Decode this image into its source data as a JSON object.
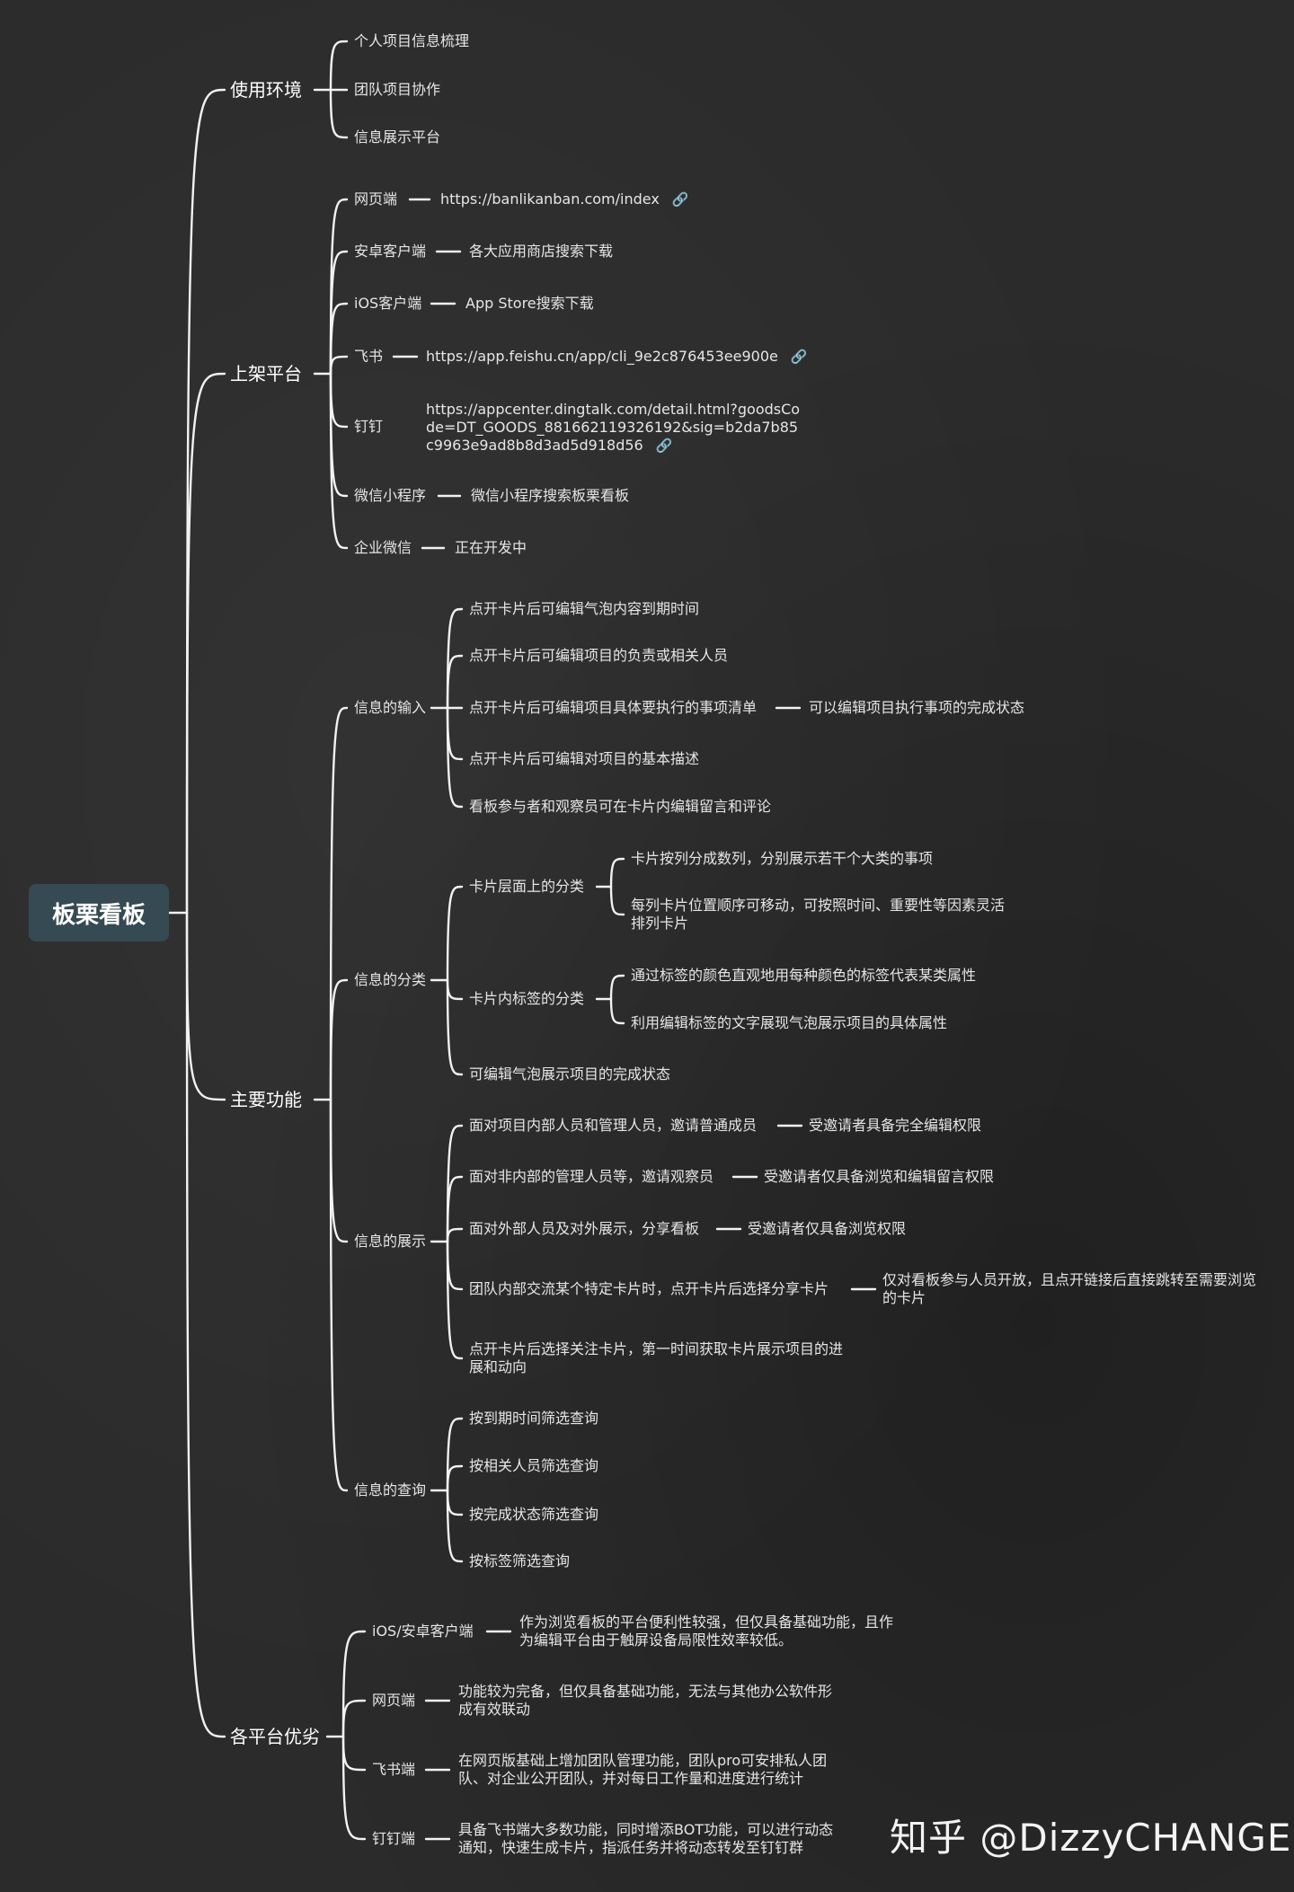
{
  "root": "板栗看板",
  "sections": {
    "env": {
      "label": "使用环境",
      "items": [
        "个人项目信息梳理",
        "团队项目协作",
        "信息展示平台"
      ]
    },
    "platform": {
      "label": "上架平台",
      "items": [
        {
          "name": "网页端",
          "value": "https://banlikanban.com/index"
        },
        {
          "name": "安卓客户端",
          "value": "各大应用商店搜索下载"
        },
        {
          "name": "iOS客户端",
          "value": "App Store搜索下载"
        },
        {
          "name": "飞书",
          "value": "https://app.feishu.cn/app/cli_9e2c876453ee900e"
        },
        {
          "name": "钉钉",
          "value": "https://appcenter.dingtalk.com/detail.html?goodsCode=DT_GOODS_881662119326192&sig=b2da7b85c9963e9ad8b8d3ad5d918d56"
        },
        {
          "name": "微信小程序",
          "value": "微信小程序搜索板栗看板"
        },
        {
          "name": "企业微信",
          "value": "正在开发中"
        }
      ]
    },
    "features": {
      "label": "主要功能",
      "input": {
        "label": "信息的输入",
        "items": [
          "点开卡片后可编辑气泡内容到期时间",
          "点开卡片后可编辑项目的负责或相关人员",
          "点开卡片后可编辑项目具体要执行的事项清单",
          "点开卡片后可编辑对项目的基本描述",
          "看板参与者和观察员可在卡片内编辑留言和评论"
        ],
        "item3_detail": "可以编辑项目执行事项的完成状态"
      },
      "classify": {
        "label": "信息的分类",
        "card_level": {
          "label": "卡片层面上的分类",
          "items": [
            "卡片按列分成数列，分别展示若干个大类的事项",
            "每列卡片位置顺序可移动，可按照时间、重要性等因素灵活排列卡片"
          ]
        },
        "tag_level": {
          "label": "卡片内标签的分类",
          "items": [
            "通过标签的颜色直观地用每种颜色的标签代表某类属性",
            "利用编辑标签的文字展现气泡展示项目的具体属性"
          ]
        },
        "status": "可编辑气泡展示项目的完成状态"
      },
      "display": {
        "label": "信息的展示",
        "items": [
          {
            "text": "面对项目内部人员和管理人员，邀请普通成员",
            "detail": "受邀请者具备完全编辑权限"
          },
          {
            "text": "面对非内部的管理人员等，邀请观察员",
            "detail": "受邀请者仅具备浏览和编辑留言权限"
          },
          {
            "text": "面对外部人员及对外展示，分享看板",
            "detail": "受邀请者仅具备浏览权限"
          },
          {
            "text": "团队内部交流某个特定卡片时，点开卡片后选择分享卡片",
            "detail": "仅对看板参与人员开放，且点开链接后直接跳转至需要浏览的卡片"
          },
          {
            "text": "点开卡片后选择关注卡片，第一时间获取卡片展示项目的进展和动向",
            "detail": ""
          }
        ]
      },
      "query": {
        "label": "信息的查询",
        "items": [
          "按到期时间筛选查询",
          "按相关人员筛选查询",
          "按完成状态筛选查询",
          "按标签筛选查询"
        ]
      }
    },
    "compare": {
      "label": "各平台优劣",
      "items": [
        {
          "name": "iOS/安卓客户端",
          "value": "作为浏览看板的平台便利性较强，但仅具备基础功能，且作为编辑平台由于触屏设备局限性效率较低。"
        },
        {
          "name": "网页端",
          "value": "功能较为完备，但仅具备基础功能，无法与其他办公软件形成有效联动"
        },
        {
          "name": "飞书端",
          "value": "在网页版基础上增加团队管理功能，团队pro可安排私人团队、对企业公开团队，并对每日工作量和进度进行统计"
        },
        {
          "name": "钉钉端",
          "value": "具备飞书端大多数功能，同时增添BOT功能，可以进行动态通知，快速生成卡片，指派任务并将动态转发至钉钉群"
        }
      ]
    }
  },
  "icons": {
    "link": "link-icon"
  },
  "watermark": "知乎 @DizzyCHANGE"
}
